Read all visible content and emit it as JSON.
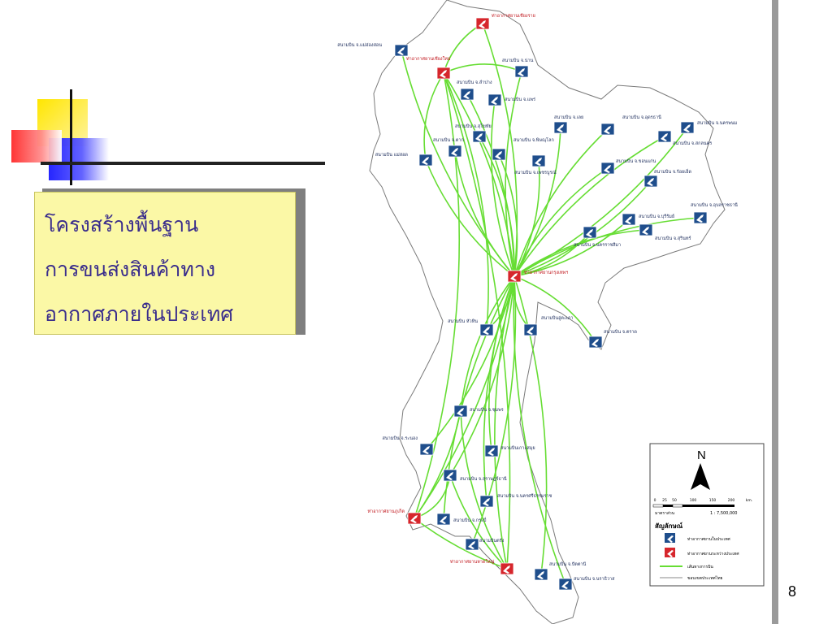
{
  "title_lines": [
    "โครงสร้างพื้นฐาน",
    "การขนส่งสินค้าทาง",
    "อากาศภายในประเทศ"
  ],
  "page_number": "8",
  "colors": {
    "route_line": "#66dd33",
    "domestic_icon": "#1f4e8c",
    "international_icon": "#d6262c",
    "title_box_bg": "#fbf8a6",
    "title_text": "#3a2d8c"
  },
  "map": {
    "hub_label": "ท่าอากาศยานกรุงเทพฯ",
    "airports": [
      {
        "name": "ท่าอากาศยานเชียงราย",
        "type": "international"
      },
      {
        "name": "สนามบิน จ.แม่ฮ่องสอน",
        "type": "domestic"
      },
      {
        "name": "ท่าอากาศยานเชียงใหม่",
        "type": "international"
      },
      {
        "name": "สนามบิน จ.น่าน",
        "type": "domestic"
      },
      {
        "name": "สนามบิน จ.ลำปาง",
        "type": "domestic"
      },
      {
        "name": "สนามบิน จ.แพร่",
        "type": "domestic"
      },
      {
        "name": "สนามบิน จ.เลย",
        "type": "domestic"
      },
      {
        "name": "สนามบิน จ.อุดรธานี",
        "type": "domestic"
      },
      {
        "name": "สนามบิน จ.นครพนม",
        "type": "domestic"
      },
      {
        "name": "สนามบิน จ.สกลนคร",
        "type": "domestic"
      },
      {
        "name": "สนามบิน จ.สุโขทัย",
        "type": "domestic"
      },
      {
        "name": "สนามบิน จ.ตาก",
        "type": "domestic"
      },
      {
        "name": "สนามบิน จ.พิษณุโลก",
        "type": "domestic"
      },
      {
        "name": "สนามบิน แม่สอด",
        "type": "domestic"
      },
      {
        "name": "สนามบิน จ.เพชรบูรณ์",
        "type": "domestic"
      },
      {
        "name": "สนามบิน จ.ขอนแก่น",
        "type": "domestic"
      },
      {
        "name": "สนามบิน จ.ร้อยเอ็ด",
        "type": "domestic"
      },
      {
        "name": "สนามบิน จ.อุบลราชธานี",
        "type": "domestic"
      },
      {
        "name": "สนามบิน จ.บุรีรัมย์",
        "type": "domestic"
      },
      {
        "name": "สนามบิน จ.สุรินทร์",
        "type": "domestic"
      },
      {
        "name": "สนามบิน จ.นครราชสีมา",
        "type": "domestic"
      },
      {
        "name": "สนามบิน หัวหิน",
        "type": "domestic"
      },
      {
        "name": "สนามบินอู่ตะเภา",
        "type": "domestic"
      },
      {
        "name": "สนามบิน จ.ตราด",
        "type": "domestic"
      },
      {
        "name": "สนามบิน จ.ชุมพร",
        "type": "domestic"
      },
      {
        "name": "สนามบิน จ.ระนอง",
        "type": "domestic"
      },
      {
        "name": "สนามบินเกาะสมุย",
        "type": "domestic"
      },
      {
        "name": "สนามบิน จ.สุราษฎร์ธานี",
        "type": "domestic"
      },
      {
        "name": "สนามบิน จ.นครศรีธรรมราช",
        "type": "domestic"
      },
      {
        "name": "ท่าอากาศยานภูเก็ต",
        "type": "international"
      },
      {
        "name": "สนามบิน จ.กระบี่",
        "type": "domestic"
      },
      {
        "name": "สนามบินตรัง",
        "type": "domestic"
      },
      {
        "name": "ท่าอากาศยานหาดใหญ่",
        "type": "international"
      },
      {
        "name": "สนามบิน จ.ปัตตานี",
        "type": "domestic"
      },
      {
        "name": "สนามบิน จ.นราธิวาส",
        "type": "domestic"
      }
    ],
    "legend": {
      "north": "N",
      "scale_ticks": [
        "0",
        "25",
        "50",
        "100",
        "150",
        "200",
        "km."
      ],
      "scale_left": "มาตราส่วน",
      "scale_ratio": "1 : 7,500,000",
      "title": "สัญลักษณ์",
      "items": [
        "ท่าอากาศยานในประเทศ",
        "ท่าอากาศยานระหว่างประเทศ",
        "เส้นทางการบิน",
        "ขอบเขตประเทศไทย"
      ]
    }
  }
}
